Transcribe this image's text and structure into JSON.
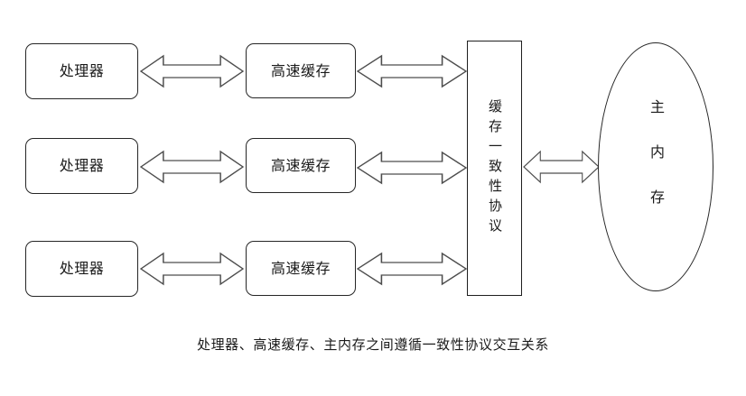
{
  "diagram": {
    "title_caption": "处理器、高速缓存、主内存之间遵循一致性协议交互关系",
    "rows": [
      {
        "processor": "处理器",
        "cache": "高速缓存"
      },
      {
        "processor": "处理器",
        "cache": "高速缓存"
      },
      {
        "processor": "处理器",
        "cache": "高速缓存"
      }
    ],
    "protocol_box": {
      "label": "缓存一致性协议"
    },
    "main_memory": {
      "label": "主内存"
    },
    "colors": {
      "stroke": "#262626",
      "background": "#ffffff",
      "text": "#1a1a1a",
      "arrow_stroke": "#4d4d4d"
    },
    "arrows": {
      "kind": "double-headed-block-arrow",
      "count": 7
    }
  }
}
